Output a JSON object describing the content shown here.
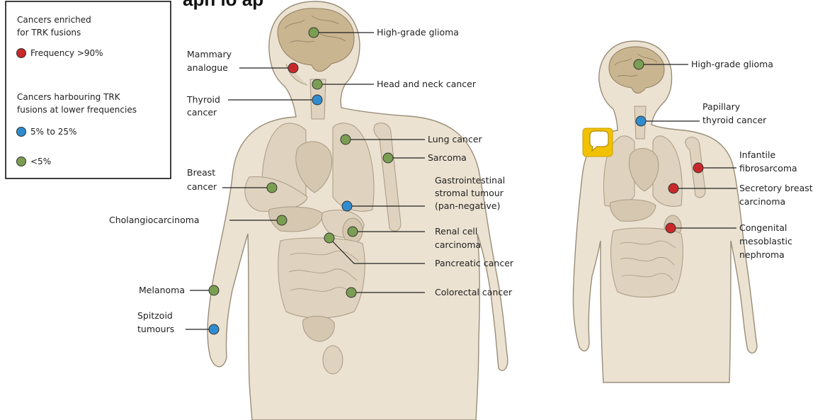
{
  "title": "apn lo ap",
  "legend": {
    "heading1_line1": "Cancers enriched",
    "heading1_line2": "for TRK fusions",
    "item_high": "Frequency >90%",
    "heading2_line1": "Cancers harbouring TRK",
    "heading2_line2": "fusions at lower frequencies",
    "item_mid": "5% to 25%",
    "item_low": "<5%"
  },
  "colors": {
    "high": "#c8282a",
    "mid": "#2f8ccf",
    "low": "#7a9e52",
    "chat_icon": "#f2c200"
  },
  "adult_labels": {
    "hg_glioma": "High-grade glioma",
    "mammary_1": "Mammary",
    "mammary_2": "analogue",
    "head_neck": "Head and neck cancer",
    "thyroid_1": "Thyroid",
    "thyroid_2": "cancer",
    "lung": "Lung cancer",
    "sarcoma": "Sarcoma",
    "breast_1": "Breast",
    "breast_2": "cancer",
    "gist_1": "Gastrointestinal",
    "gist_2": "stromal tumour",
    "gist_3": "(pan-negative)",
    "cholangio": "Cholangiocarcinoma",
    "renal_1": "Renal cell",
    "renal_2": "carcinoma",
    "pancreatic": "Pancreatic cancer",
    "melanoma": "Melanoma",
    "colorectal": "Colorectal cancer",
    "spitzoid_1": "Spitzoid",
    "spitzoid_2": "tumours"
  },
  "child_labels": {
    "hg_glioma": "High-grade glioma",
    "papillary_1": "Papillary",
    "papillary_2": "thyroid cancer",
    "infantile_1": "Infantile",
    "infantile_2": "fibrosarcoma",
    "secretory_1": "Secretory breast",
    "secretory_2": "carcinoma",
    "congenital_1": "Congenital",
    "congenital_2": "mesoblastic",
    "congenital_3": "nephroma"
  }
}
